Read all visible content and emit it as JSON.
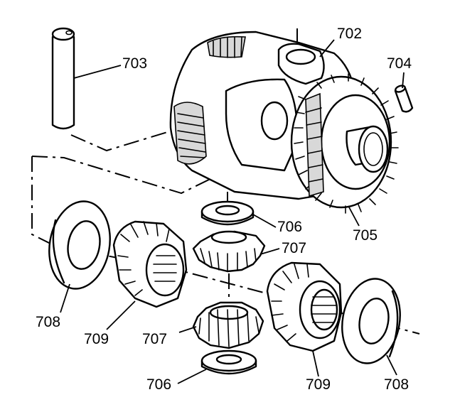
{
  "callouts": {
    "c702": "702",
    "c703": "703",
    "c704": "704",
    "c705": "705",
    "c706_upper": "706",
    "c706_lower": "706",
    "c707_upper": "707",
    "c707_lower": "707",
    "c708_left": "708",
    "c708_right": "708",
    "c709_left": "709",
    "c709_right": "709"
  }
}
